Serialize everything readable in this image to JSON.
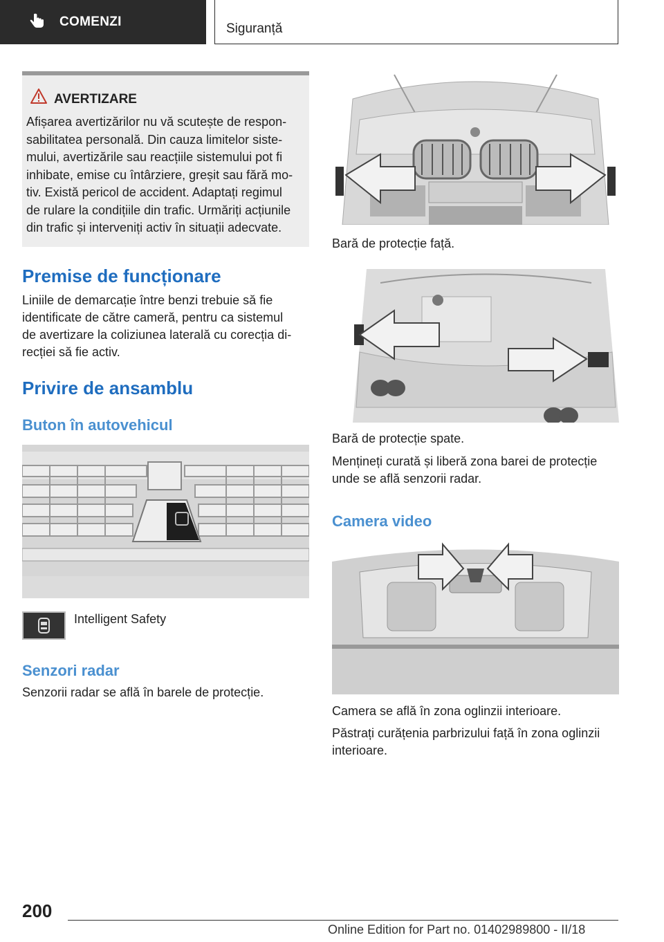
{
  "header": {
    "section_tab": "COMENZI",
    "chapter_tab": "Siguranță",
    "icon": "pointing-hand-icon"
  },
  "warning": {
    "icon": "warning-triangle-icon",
    "title": "AVERTIZARE",
    "lines": [
      "Afișarea avertizărilor nu vă scutește de respon-",
      "sabilitatea personală. Din cauza limitelor siste-",
      "mului, avertizările sau reacțiile sistemului pot fi",
      "inhibate, emise cu întârziere, greșit sau fără mo-",
      "tiv. Există pericol de accident. Adaptați regimul",
      "de rulare la condițiile din trafic. Urmăriți acțiunile",
      "din trafic și interveniți activ în situații adecvate."
    ]
  },
  "left": {
    "h_premise": "Premise de funcționare",
    "premise_lines": [
      "Liniile de demarcație între benzi trebuie să fie",
      "identificate de către cameră, pentru ca sistemul",
      "de avertizare la coliziunea laterală cu corecția di-",
      "recției să fie activ."
    ],
    "h_overview": "Privire de ansamblu",
    "h_button": "Buton în autovehicul",
    "button_caption": "Intelligent Safety",
    "h_radar": "Senzori radar",
    "radar_text": "Senzorii radar se află în barele de protecție."
  },
  "right": {
    "front_caption": "Bară de protecție față.",
    "rear_caption": "Bară de protecție spate.",
    "keep_clean_lines": [
      "Mențineți curată și liberă zona barei de protecție",
      "unde se află senzorii radar."
    ],
    "h_camera": "Camera video",
    "camera_caption": "Camera se află în zona oglinzii interioare.",
    "windshield_lines": [
      "Păstrați curățenia parbrizului față în zona oglinzii",
      "interioare."
    ]
  },
  "footer": {
    "page": "200",
    "edition": "Online Edition for Part no. 01402989800 - II/18"
  }
}
